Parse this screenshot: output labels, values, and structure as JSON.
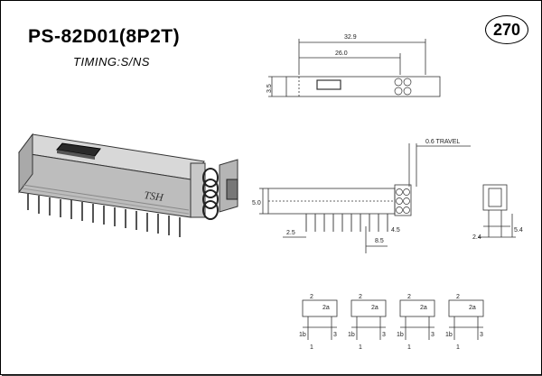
{
  "part": {
    "title": "PS-82D01(8P2T)",
    "timing": "TIMING:S/NS",
    "page_number": "270",
    "brand_mark": "TSH"
  },
  "dimensions": {
    "overall_length": "32.9",
    "body_length": "26.0",
    "travel": "0.6 TRAVEL",
    "pin_pitch": "2.5",
    "height_a": "3.5",
    "height_b": "5.0",
    "pin_len": "4.5",
    "pin_offset": "8.5",
    "side_width": "5.4",
    "side_pitch": "2.4"
  },
  "schematic": {
    "groups": [
      {
        "top": "2",
        "a": "2a",
        "b": "1b",
        "c": "3",
        "bot": "1"
      },
      {
        "top": "2",
        "a": "2a",
        "b": "1b",
        "c": "3",
        "bot": "1"
      },
      {
        "top": "2",
        "a": "2a",
        "b": "1b",
        "c": "3",
        "bot": "1"
      },
      {
        "top": "2",
        "a": "2a",
        "b": "1b",
        "c": "3",
        "bot": "1"
      }
    ]
  }
}
